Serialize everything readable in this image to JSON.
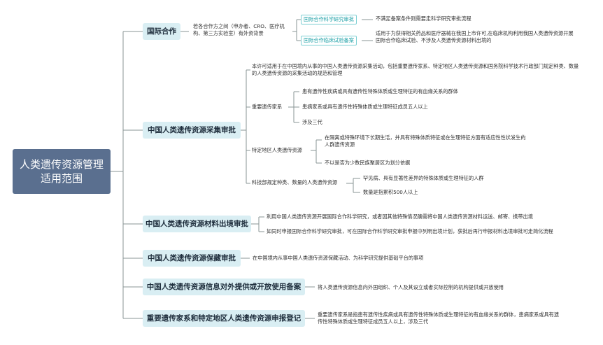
{
  "root": {
    "line1": "人类遗传资源管理",
    "line2": "适用范围"
  },
  "branches": {
    "intl": {
      "title": "国际合作",
      "desc": "若各合作方之间（申办者、CRO、医疗机构、第三方实验室）有外资背景",
      "items": [
        {
          "label": "国际合作科学研究审批",
          "text": "不满足备案条件则需要走科学研究审批流程"
        },
        {
          "label": "国际合作临床试验备案",
          "text": "适用于为获得相关药品和医疗器械在我国上市许可,在临床机构利用我国人类遗传资源开展国际合作临床试验、不涉及人类遗传资源材料出境的"
        }
      ]
    },
    "collect": {
      "title": "中国人类遗传资源采集审批",
      "desc": "本许可适用于在中国境内从事的中国人类遗传资源采集活动，包括重要遗传家系、特定地区人类遗传资源和国务院科学技术行政部门规定种类、数量的人类遗传资源的采集活动的规范和管理",
      "family": {
        "label": "重要遗传家系",
        "items": [
          "患有遗传性疾病或具有遗传性特殊体质或生理特征的有血缘关系的群体",
          "患病家系或具有遗传性特殊体质或生理特征成员五人以上",
          "涉及三代"
        ]
      },
      "region": {
        "label": "特定地区人类遗传资源",
        "items": [
          "在隔离或特殊环境下长期生活，并具有特殊体质特征或在生理特征方面有适应性性状发生的人群遗传资源",
          "不以是否为少数民族聚居区为划分依据"
        ]
      },
      "kinds": {
        "label": "科技部规定种类、数量的人类遗传资源",
        "items": [
          "罕见病、具有显著性差异的特殊体质或生理特征的人群",
          "数量是指累积500人以上"
        ]
      }
    },
    "export": {
      "title": "中国人类遗传资源材料出境审批",
      "items": [
        "利用中国人类遗传资源开展国际合作科学研究，或者因其他特殊情况确需将中国人类遗传资源材料运送、邮寄、携带出境",
        "如同时申报国际合作科学研究审批，可在国际合作科学研究审批申报中列明出境计划，获批后再行申报材料出境审批可走简化流程"
      ]
    },
    "preserve": {
      "title": "中国人类遗传资源保藏审批",
      "text": "在中国境内从事中国人类遗传资源保藏活动、为科学研究提供基础平台的事项"
    },
    "info": {
      "title": "中国人类遗传资源信息对外提供或开放使用备案",
      "text": "将人类遗传资源信息向外国组织、个人及其设立或者实际控制的机构提供或开放使用"
    },
    "report": {
      "title": "重要遗传家系和特定地区人类遗传资源申报登记",
      "text": "重要遗传家系是指患有遗传性疾病或具有遗传性特殊体质或生理特征的有血缘关系的群体，患病家系或具有遗传性特殊体质或生理特征成员五人以上，涉及三代"
    }
  },
  "colors": {
    "root": "#5a6f8f",
    "branch_fill": "#d9eef3",
    "connector": "#7d8a8a",
    "accent": "#1a9fa6"
  }
}
